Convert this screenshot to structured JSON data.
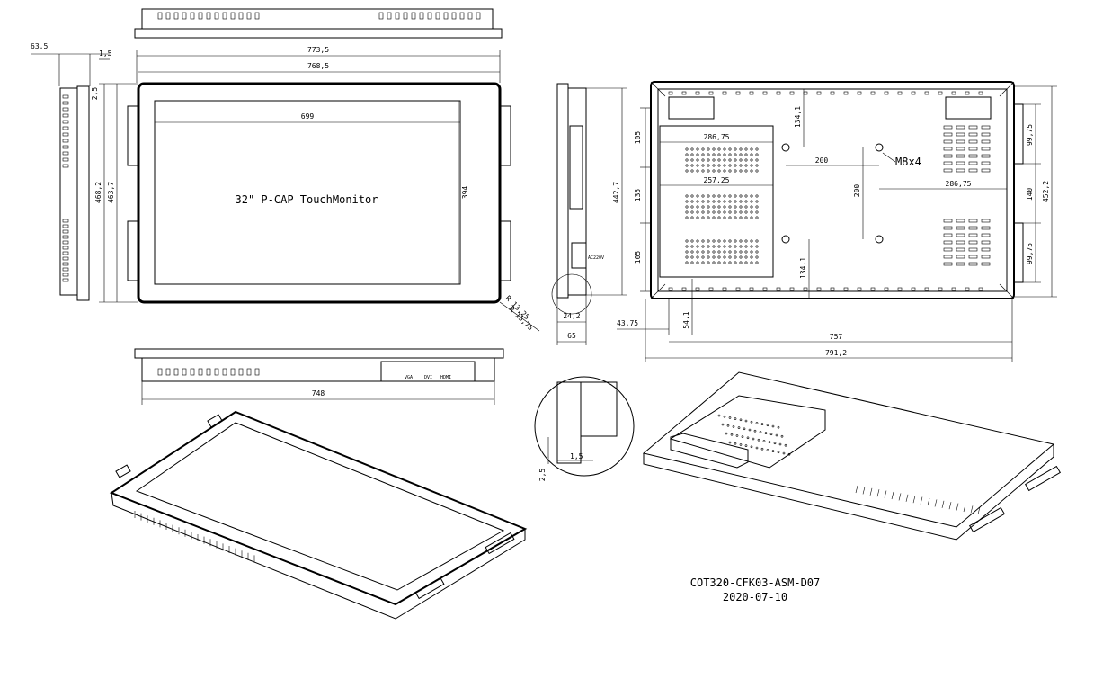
{
  "drawing": {
    "front_label": "32\" P-CAP TouchMonitor",
    "part_number": "COT320-CFK03-ASM-D07",
    "date": "2020-07-10",
    "mount_callout": "M8x4",
    "connector_labels": [
      "VGA",
      "DVI",
      "HDMI"
    ],
    "power_label": "AC220V"
  },
  "dimensions": {
    "depth_total": "63,5",
    "bezel_step": "1,5",
    "outer_width": "773,5",
    "frame_width": "768,5",
    "bezel_offset": "2,5",
    "active_width": "699",
    "active_height": "394",
    "outer_height": "468,2",
    "frame_height": "463,7",
    "corner_inner_radius": "R 13,25",
    "corner_outer_radius": "R 15,75",
    "bracket_span": "748",
    "side_height": "442,7",
    "side_depth": "65",
    "side_step": "24,2",
    "side_105_top": "105",
    "side_135": "135",
    "side_105_bottom": "105",
    "rear_286_top": "286,75",
    "rear_134_top": "134,1",
    "rear_200_h": "200",
    "rear_257": "257,25",
    "rear_200_v": "200",
    "rear_286_right": "286,75",
    "rear_134_bottom": "134,1",
    "rear_99_top": "99,75",
    "rear_140": "140",
    "rear_99_bottom": "99,75",
    "rear_height": "452,2",
    "rear_43": "43,75",
    "rear_54": "54,1",
    "rear_757": "757",
    "rear_791": "791,2",
    "detail_1_5": "1,5",
    "detail_2_5": "2,5"
  }
}
